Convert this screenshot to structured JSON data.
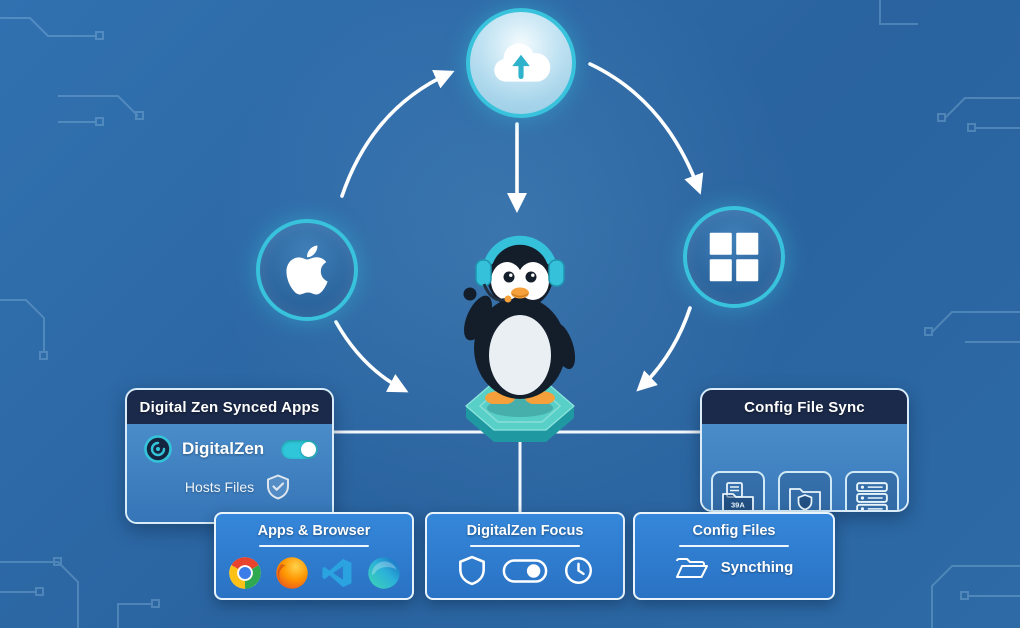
{
  "colors": {
    "background_blue": "#2d6aa6",
    "accent_teal": "#38c2dc",
    "panel_header_navy": "#1b2a4a",
    "panel_body_blue": "#3a7cc0",
    "bottom_panel_blue": "#2e80d4",
    "platform_teal": "#58d0c8",
    "arrow_white": "#ffffff",
    "beak_orange": "#f5a03a"
  },
  "nodes": {
    "cloud": {
      "icon": "cloud-upload-icon"
    },
    "mac": {
      "icon": "apple-icon"
    },
    "windows": {
      "icon": "windows-icon"
    },
    "linux": {
      "icon": "penguin-mascot"
    }
  },
  "panels": {
    "synced_apps": {
      "title": "Digital Zen Synced Apps",
      "app_name": "DigitalZen",
      "toggle_state": "on",
      "hosts_label": "Hosts Files"
    },
    "config_sync": {
      "title": "Config File Sync",
      "folder_code": "39A",
      "icons": [
        "folder-files-icon",
        "folder-shield-icon",
        "server-stack-icon"
      ]
    },
    "apps_browser": {
      "title": "Apps & Browser",
      "icons": [
        "chrome-icon",
        "firefox-icon",
        "vscode-icon",
        "edge-icon"
      ]
    },
    "focus": {
      "title": "DigitalZen Focus",
      "icons": [
        "shield-icon",
        "toggle-icon",
        "clock-icon"
      ]
    },
    "config_files": {
      "title": "Config Files",
      "app_label": "Syncthing",
      "icon": "open-folder-icon"
    }
  }
}
